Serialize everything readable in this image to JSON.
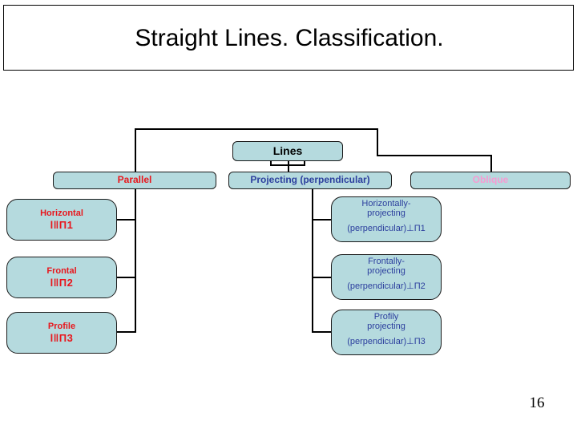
{
  "slide": {
    "title": "Straight Lines. Classification.",
    "page_number": "16",
    "colors": {
      "node_fill": "#b5dade",
      "node_border": "#1a1a1a",
      "parallel_text": "#e8161c",
      "projecting_text": "#2c3f9e",
      "oblique_text": "#f79ad2",
      "root_text": "#000000",
      "connector": "#000000",
      "background": "#ffffff"
    }
  },
  "diagram": {
    "root": {
      "label": "Lines"
    },
    "categories": [
      {
        "label": "Parallel",
        "color": "#e8161c"
      },
      {
        "label": "Projecting (perpendicular)",
        "color": "#2c3f9e"
      },
      {
        "label": "Oblique",
        "color": "#f79ad2"
      }
    ],
    "parallel_children": [
      {
        "name": "Horizontal",
        "relation": "l‖П1"
      },
      {
        "name": "Frontal",
        "relation": "l‖П2"
      },
      {
        "name": "Profile",
        "relation": "l‖П3"
      }
    ],
    "projecting_children": [
      {
        "name_line1": "Horizontally-",
        "name_line2": "projecting",
        "relation": "(perpendicular)⊥П1"
      },
      {
        "name_line1": "Frontally-",
        "name_line2": "projecting",
        "relation": "(perpendicular)⊥П2"
      },
      {
        "name_line1": "Profily",
        "name_line2": "projecting",
        "relation": "(perpendicular)⊥П3"
      }
    ]
  }
}
